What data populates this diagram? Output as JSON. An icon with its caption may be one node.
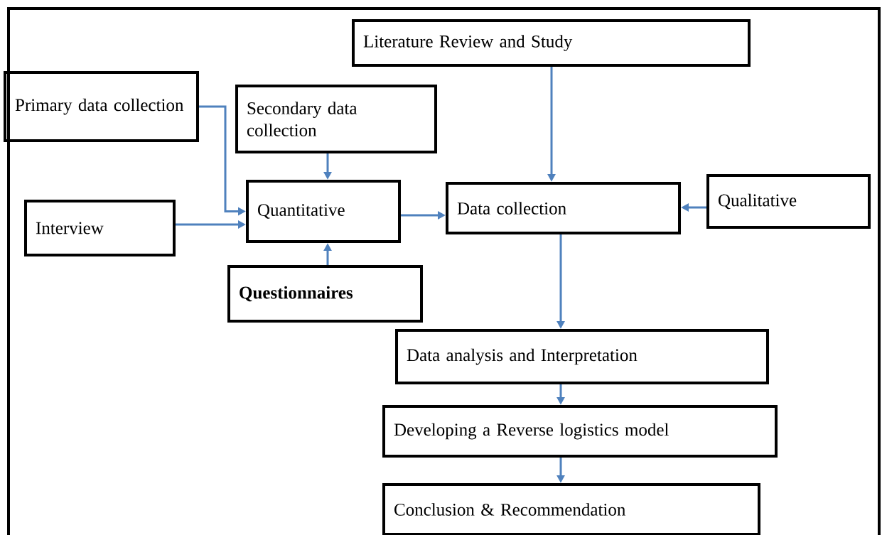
{
  "diagram": {
    "nodes": [
      {
        "text": [
          "Literature Review and Study"
        ]
      },
      {
        "text": [
          "Primary data collection"
        ]
      },
      {
        "text": [
          "Secondary data collection"
        ]
      },
      {
        "text": [
          "Quantitative"
        ]
      },
      {
        "text": [
          "Data collection"
        ]
      },
      {
        "text": [
          "Qualitative"
        ]
      },
      {
        "text": [
          "Interview"
        ]
      },
      {
        "text": [
          "Questionnaires"
        ]
      },
      {
        "text": [
          "Data analysis and Interpretation"
        ]
      },
      {
        "text": [
          "Developing a Reverse logistics model"
        ]
      },
      {
        "text": [
          "Conclusion & Recommendation"
        ]
      }
    ],
    "edges": [
      {
        "from": 1,
        "to": 3,
        "arrow": "to"
      },
      {
        "from": 2,
        "to": 3,
        "arrow": "to"
      },
      {
        "from": 0,
        "to": 4,
        "arrow": "to"
      },
      {
        "from": 6,
        "to": 3,
        "arrow": "to"
      },
      {
        "from": 7,
        "to": 3,
        "arrow": "to"
      },
      {
        "from": 3,
        "to": 4,
        "arrow": "to"
      },
      {
        "from": 5,
        "to": 4,
        "arrow": "to"
      },
      {
        "from": 4,
        "to": 8,
        "arrow": "to"
      },
      {
        "from": 8,
        "to": 9,
        "arrow": "to"
      },
      {
        "from": 9,
        "to": 10,
        "arrow": "to"
      }
    ]
  }
}
